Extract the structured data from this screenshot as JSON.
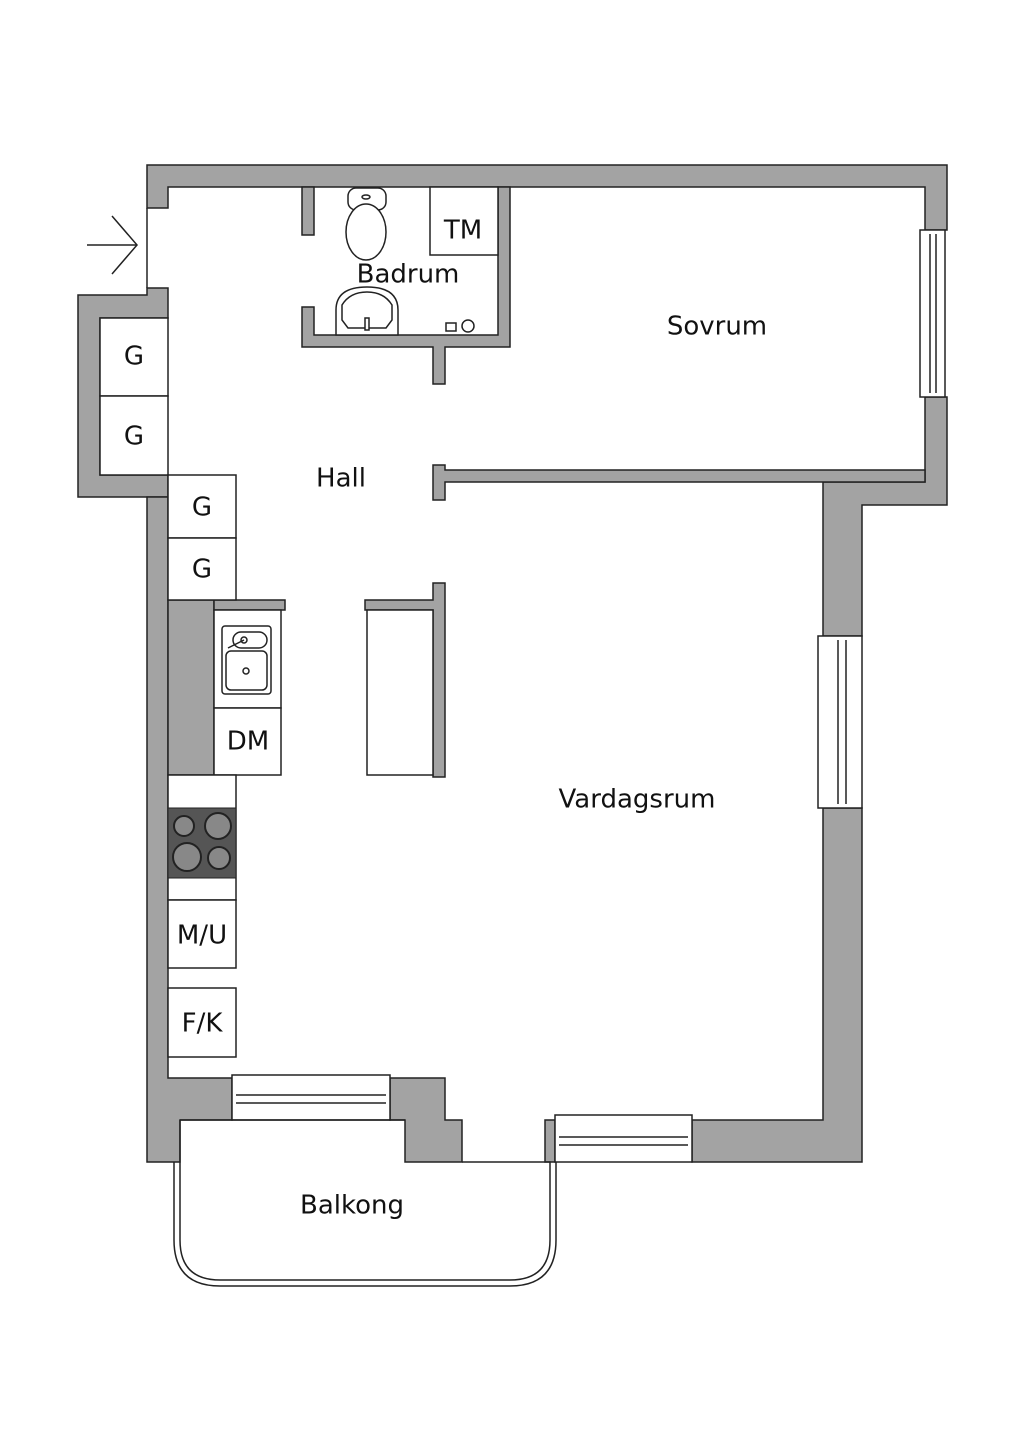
{
  "rooms": {
    "badrum": "Badrum",
    "sovrum": "Sovrum",
    "hall": "Hall",
    "vardagsrum": "Vardagsrum",
    "balkong": "Balkong"
  },
  "fixtures": {
    "tm": "TM",
    "g1": "G",
    "g2": "G",
    "g3": "G",
    "g4": "G",
    "dm": "DM",
    "mu": "M/U",
    "fk": "F/K"
  },
  "colors": {
    "wall": "#a3a3a3",
    "stove": "#555555"
  }
}
